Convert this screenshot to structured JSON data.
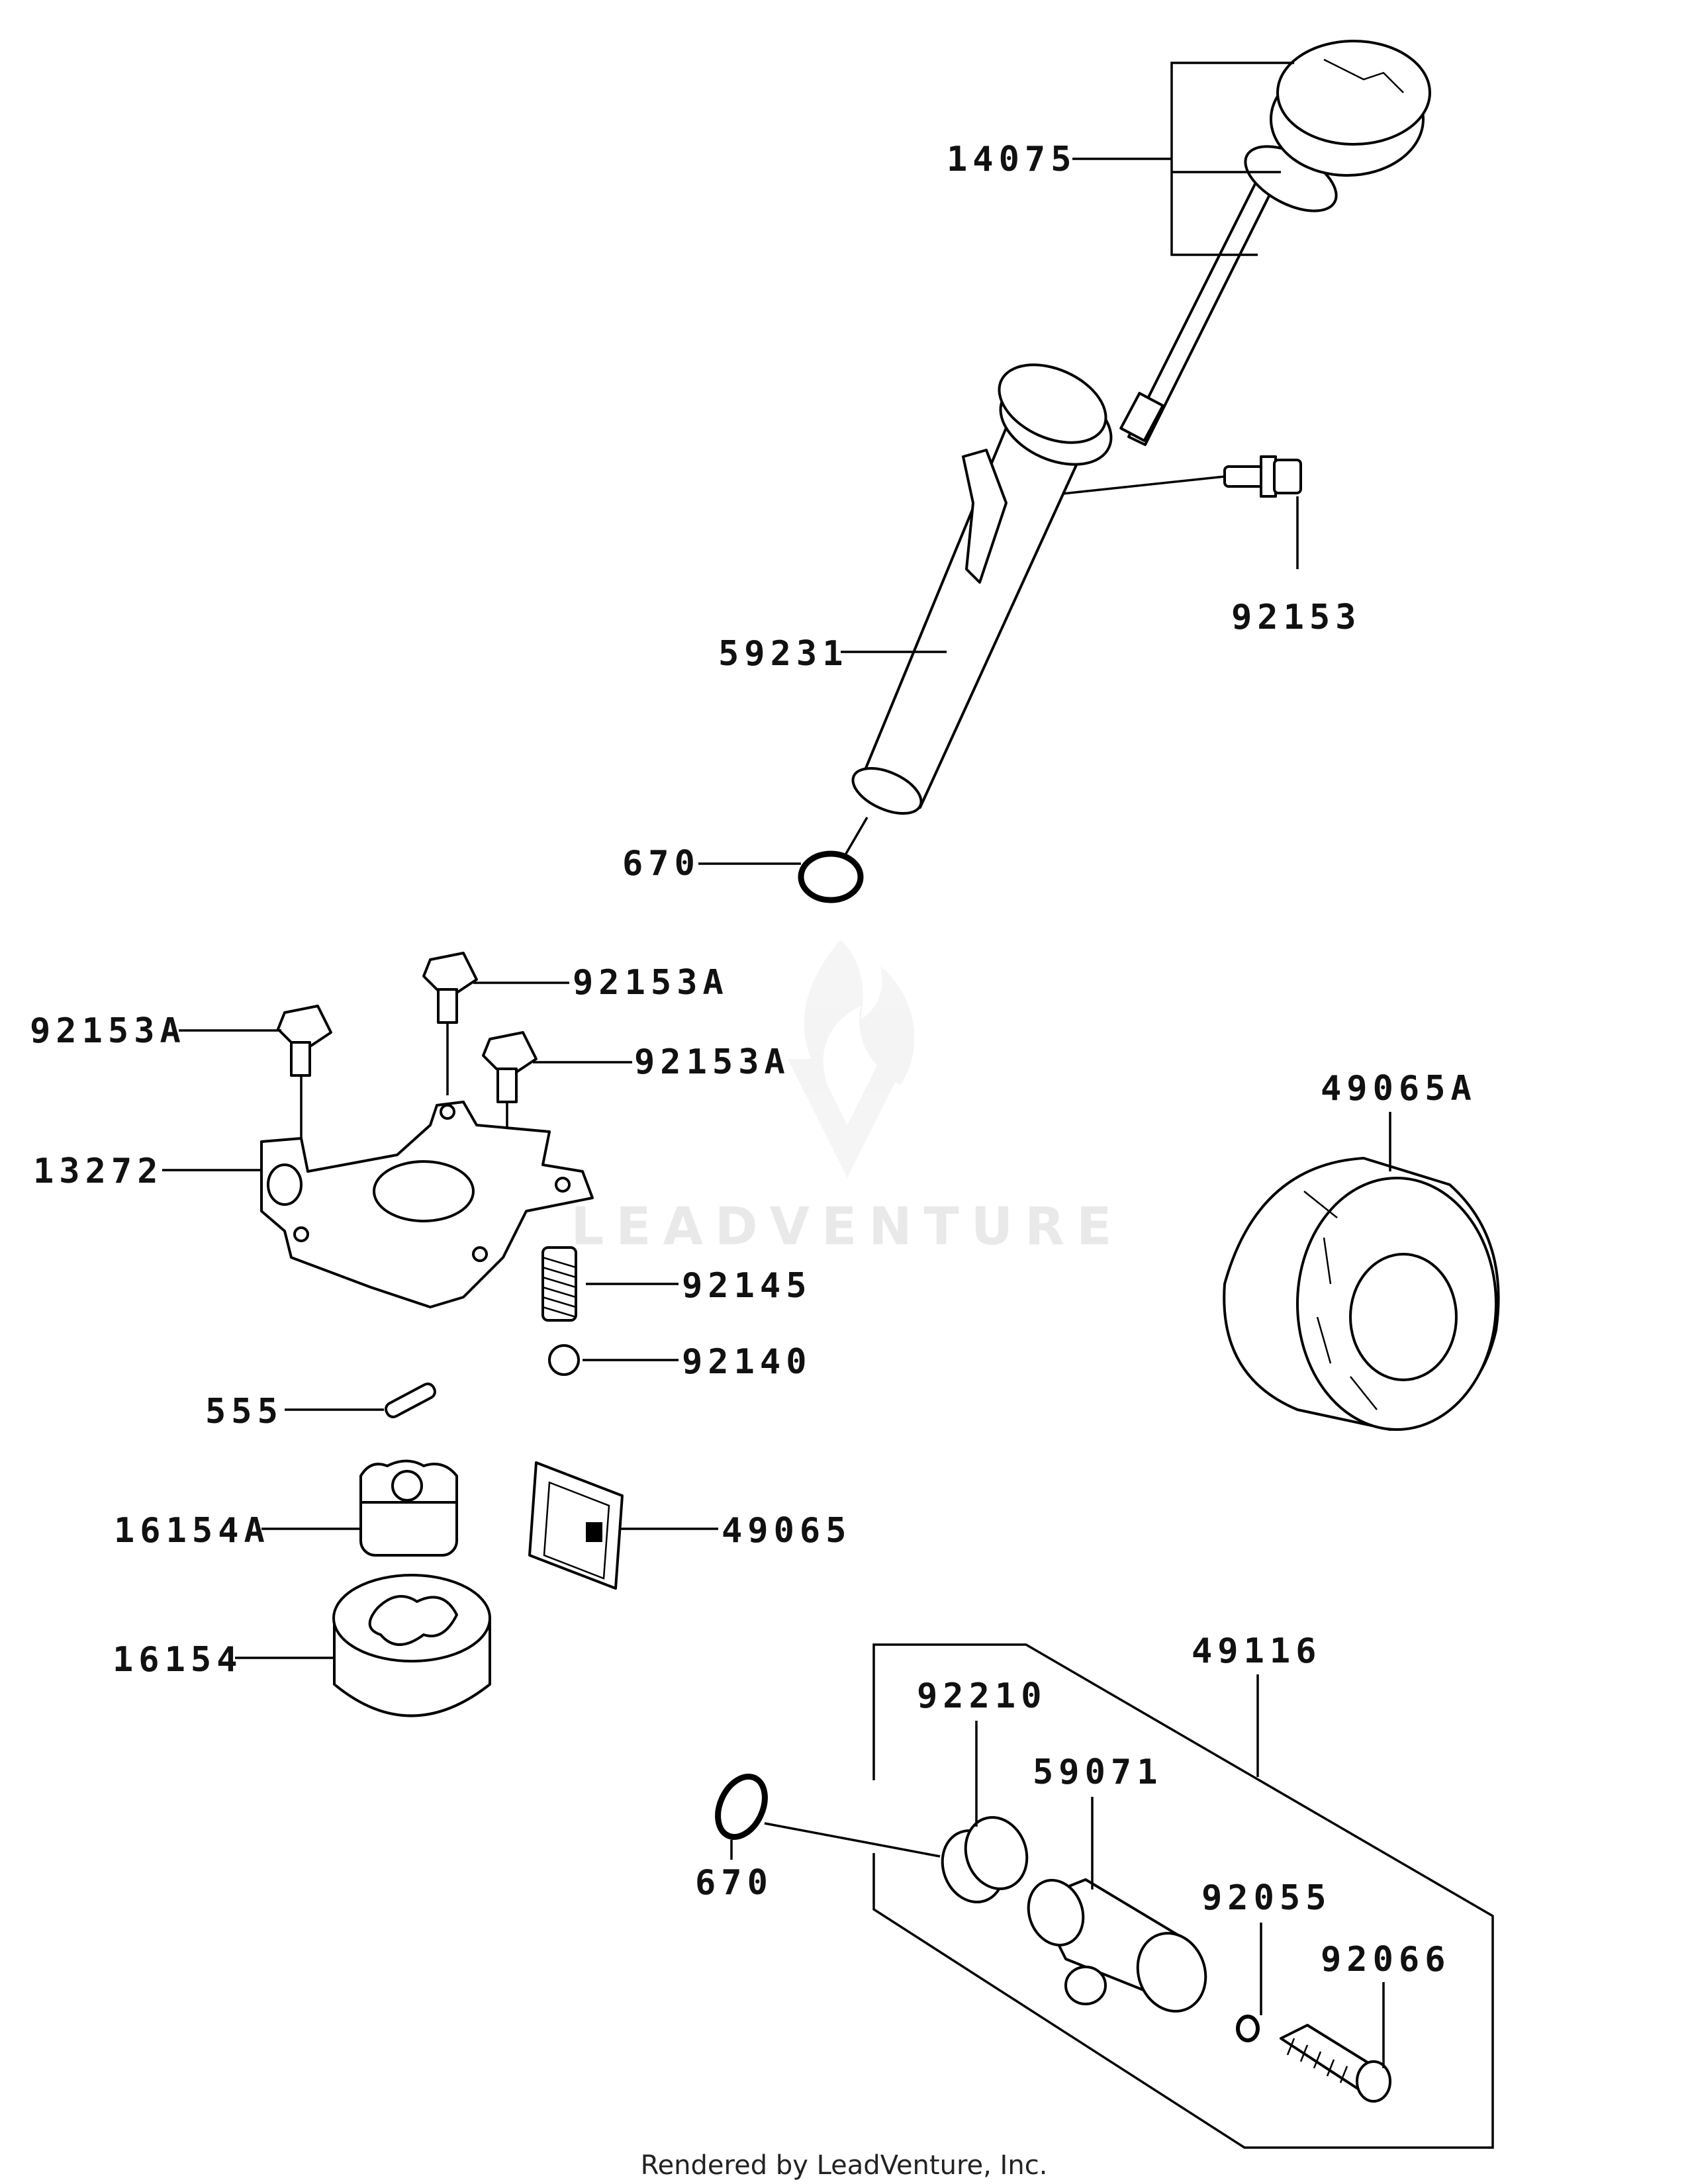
{
  "diagram": {
    "callouts": [
      {
        "id": "14075",
        "label": "14075"
      },
      {
        "id": "92153",
        "label": "92153"
      },
      {
        "id": "59231",
        "label": "59231"
      },
      {
        "id": "670_top",
        "label": "670"
      },
      {
        "id": "92153A_1",
        "label": "92153A"
      },
      {
        "id": "92153A_2",
        "label": "92153A"
      },
      {
        "id": "92153A_3",
        "label": "92153A"
      },
      {
        "id": "13272",
        "label": "13272"
      },
      {
        "id": "92145",
        "label": "92145"
      },
      {
        "id": "92140",
        "label": "92140"
      },
      {
        "id": "555",
        "label": "555"
      },
      {
        "id": "16154A",
        "label": "16154A"
      },
      {
        "id": "49065",
        "label": "49065"
      },
      {
        "id": "16154",
        "label": "16154"
      },
      {
        "id": "49065A",
        "label": "49065A"
      },
      {
        "id": "49116",
        "label": "49116"
      },
      {
        "id": "92210",
        "label": "92210"
      },
      {
        "id": "59071",
        "label": "59071"
      },
      {
        "id": "670_bottom",
        "label": "670"
      },
      {
        "id": "92055",
        "label": "92055"
      },
      {
        "id": "92066",
        "label": "92066"
      }
    ],
    "watermark": "LEADVENTURE",
    "footer": "Rendered by LeadVenture, Inc."
  }
}
